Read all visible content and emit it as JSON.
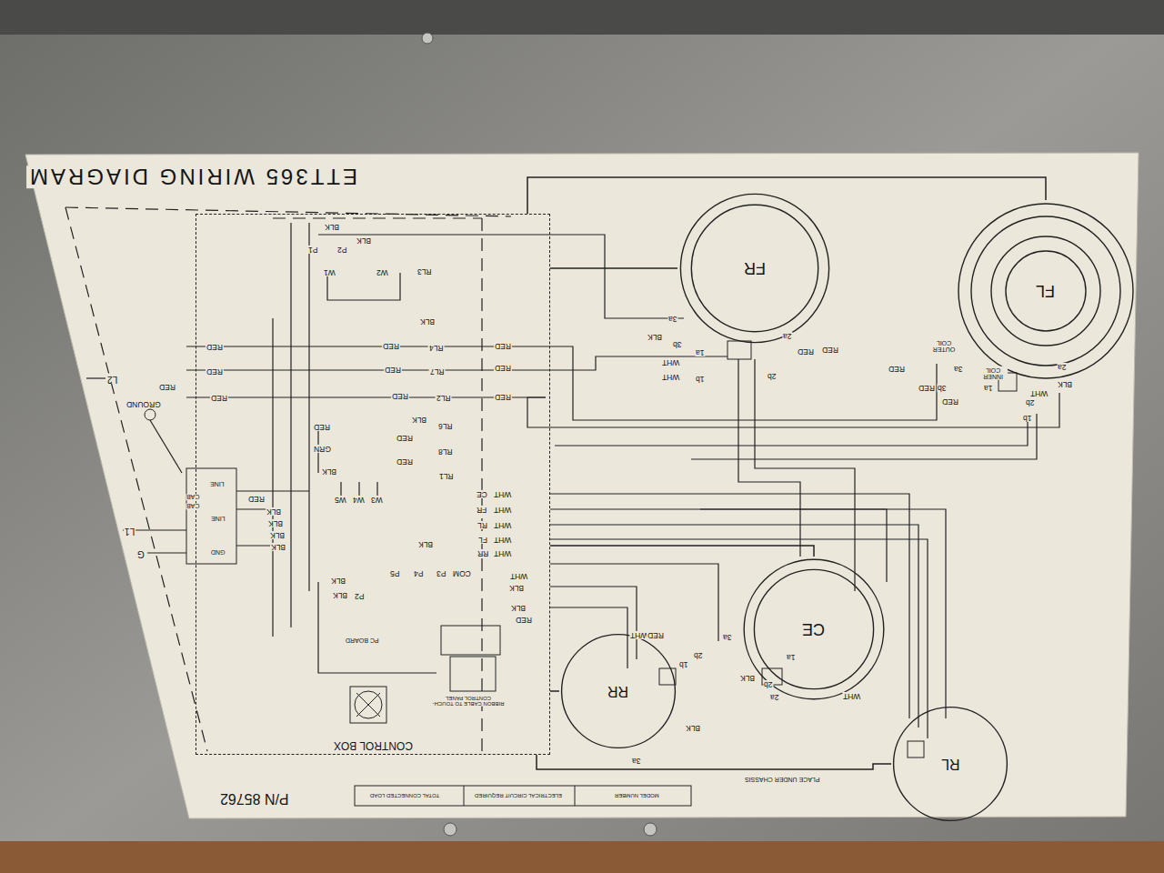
{
  "diagram": {
    "title": "ETT365 WIRING DIAGRAM",
    "nodes": [
      {
        "text": [
          "CONTROL BOX"
        ]
      },
      {
        "text": [
          "FR"
        ]
      },
      {
        "text": [
          "FL"
        ]
      },
      {
        "text": [
          "CE"
        ]
      },
      {
        "text": [
          "RR"
        ]
      },
      {
        "text": [
          "RL"
        ]
      }
    ],
    "edges": [
      {
        "from": 0,
        "to": 1,
        "arrow": "none"
      },
      {
        "from": 0,
        "to": 2,
        "arrow": "none"
      },
      {
        "from": 0,
        "to": 3,
        "arrow": "none"
      },
      {
        "from": 0,
        "to": 4,
        "arrow": "none"
      },
      {
        "from": 0,
        "to": 5,
        "arrow": "none"
      }
    ],
    "labels": [
      "P/N 85762",
      "BLK",
      "BLK",
      "P2",
      "P1",
      "W1",
      "W2",
      "RL3",
      "BLK",
      "RED",
      "RED",
      "RL4",
      "RED",
      "RED",
      "RED",
      "RL7",
      "RED",
      "L2",
      "RED",
      "RED",
      "RED",
      "RL2",
      "RED",
      "GROUND",
      "BLK",
      "RL6",
      "RED",
      "GRN",
      "BLK",
      "RED",
      "RL8",
      "RED",
      "RL1",
      "W5",
      "W4",
      "W3",
      "CE",
      "WHT",
      "FR",
      "WHT",
      "RL",
      "WHT",
      "FL",
      "WHT",
      "RR",
      "WHT",
      "WHT",
      "COM",
      "P3",
      "P4",
      "P5",
      "BLK",
      "BLK",
      "RED",
      "BLK",
      "RED",
      "BLK",
      "BLK",
      "BLK",
      "BLK",
      "L1",
      "G",
      "LINE",
      "CAB",
      "CAB",
      "LINE",
      "GND",
      "BLK",
      "BLK",
      "P2",
      "PC BOARD",
      "RIBBON CABLE TO TOUCH-CONTROL PANEL",
      "3a",
      "BLK",
      "3b",
      "1a",
      "2a",
      "WHT",
      "WHT",
      "1b",
      "2b",
      "RED",
      "RED",
      "OUTER COIL",
      "3a",
      "RED",
      "INNER COIL",
      "3b",
      "RED",
      "1a",
      "2a",
      "BLK",
      "WHT",
      "2b",
      "RED",
      "1b",
      "WHT",
      "RED",
      "3a",
      "2b",
      "1b",
      "1a",
      "2b",
      "2a",
      "BLK",
      "WHT",
      "3a",
      "BLK",
      "PLACE UNDER CHASSIS",
      "TOTAL CONNECTED LOAD",
      "ELECTRICAL CIRCUIT REQUIRED",
      "MODEL NUMBER"
    ]
  }
}
